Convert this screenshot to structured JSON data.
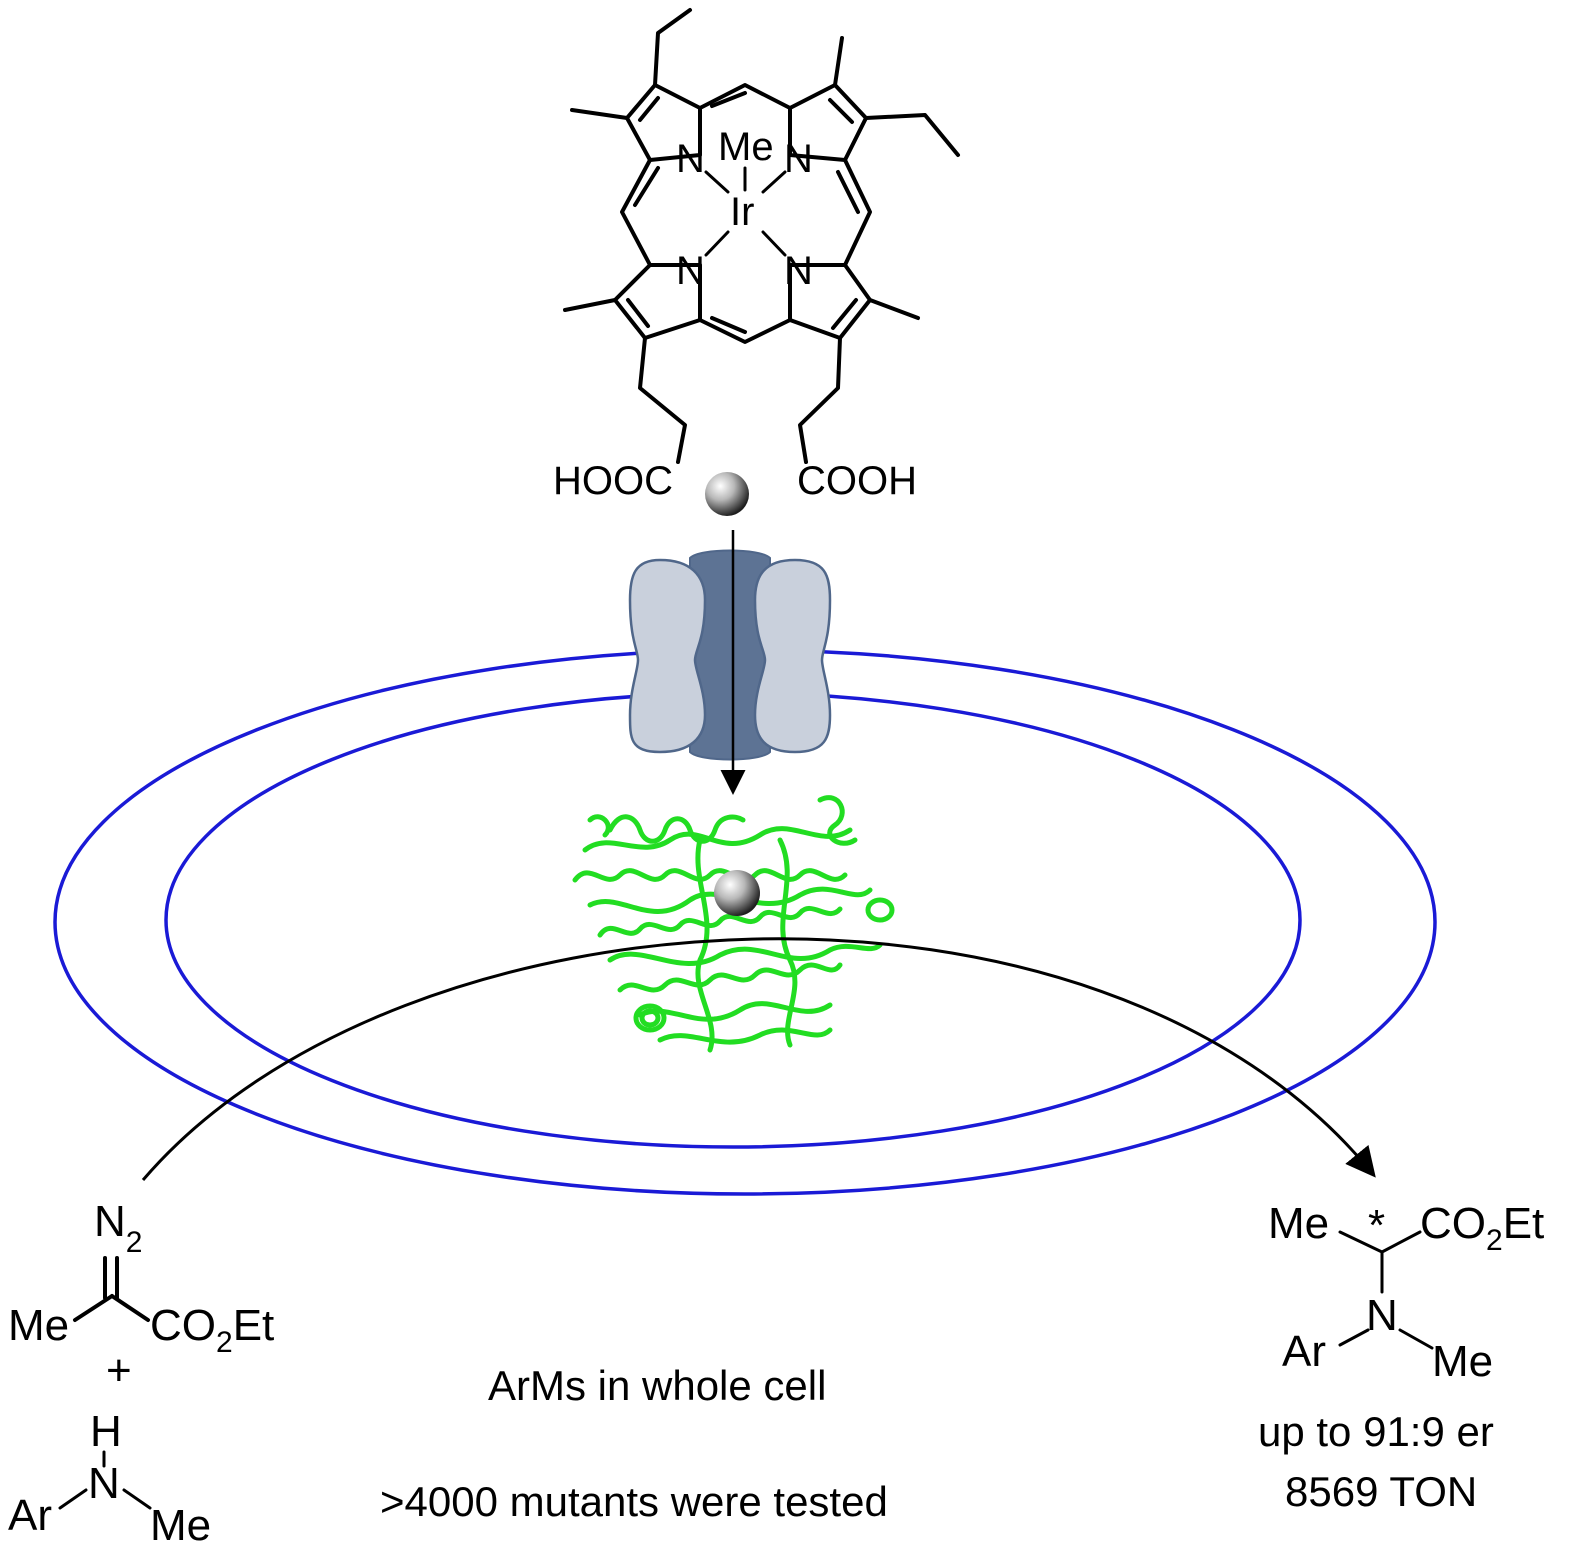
{
  "porphyrin": {
    "metal": "Ir",
    "axial_ligand": "Me",
    "nitrogen_label": "N",
    "left_acid": "HOOC",
    "right_acid": "COOH"
  },
  "reactants": {
    "diazo_n2": "N",
    "diazo_n2_subscript": "2",
    "diazo_left": "Me",
    "diazo_right_a": "CO",
    "diazo_right_sub": "2",
    "diazo_right_b": "Et",
    "plus": "+",
    "amine_h": "H",
    "amine_n": "N",
    "amine_ar": "Ar",
    "amine_me": "Me"
  },
  "product": {
    "me": "Me",
    "stereo": "*",
    "ester_a": "CO",
    "ester_sub": "2",
    "ester_b": "Et",
    "n": "N",
    "ar": "Ar",
    "n_me": "Me",
    "er": "up to 91:9 er",
    "ton": "8569 TON"
  },
  "captions": {
    "whole_cell": "ArMs in whole cell",
    "mutants": ">4000 mutants were tested"
  },
  "colors": {
    "membrane": "#1a1ad6",
    "protein": "#22dd22",
    "channel_light": "#c9d0dc",
    "channel_dark": "#5d7394",
    "channel_stroke": "#50678a"
  }
}
